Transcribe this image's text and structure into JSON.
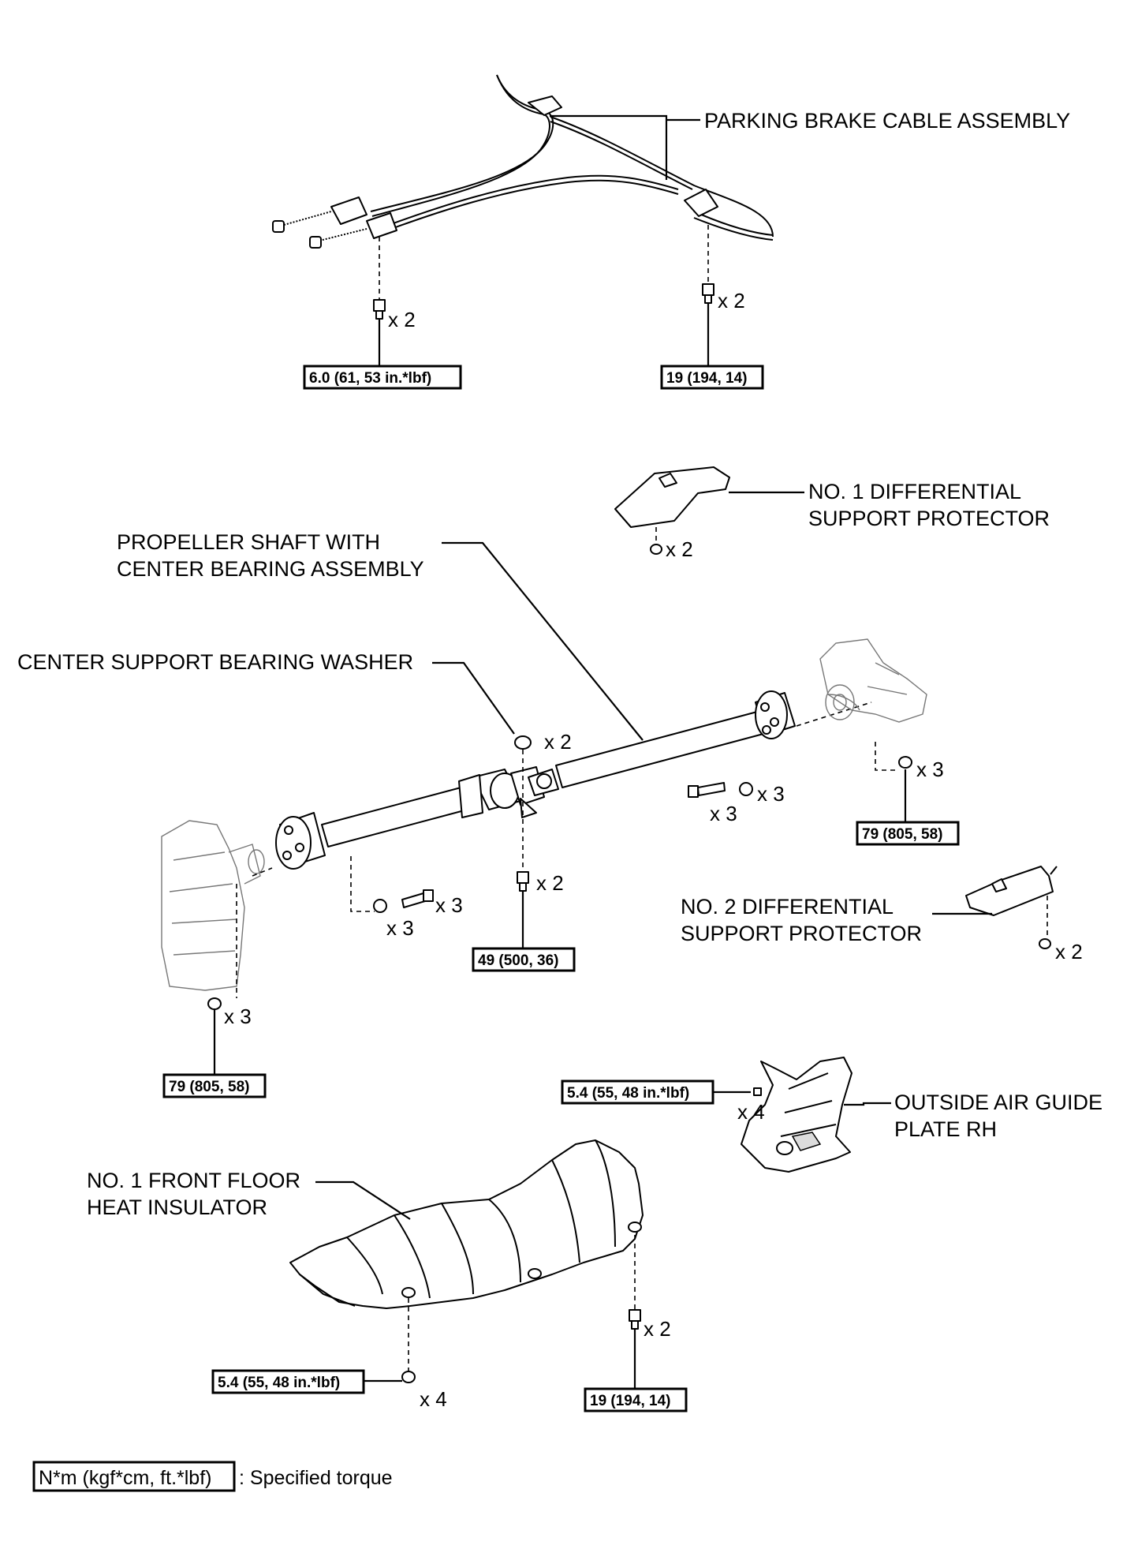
{
  "labels": {
    "parking_brake_cable": "PARKING BRAKE CABLE ASSEMBLY",
    "diff_protector_1_line1": "NO. 1 DIFFERENTIAL",
    "diff_protector_1_line2": "SUPPORT PROTECTOR",
    "propeller_shaft_line1": "PROPELLER SHAFT WITH",
    "propeller_shaft_line2": "CENTER BEARING ASSEMBLY",
    "center_washer": "CENTER SUPPORT BEARING WASHER",
    "diff_protector_2_line1": "NO. 2 DIFFERENTIAL",
    "diff_protector_2_line2": "SUPPORT PROTECTOR",
    "air_guide_line1": "OUTSIDE AIR GUIDE",
    "air_guide_line2": "PLATE RH",
    "heat_insulator_line1": "NO. 1 FRONT FLOOR",
    "heat_insulator_line2": "HEAT INSULATOR"
  },
  "torques": {
    "cable_left": "6.0 (61, 53 in.*lbf)",
    "cable_right": "19 (194, 14)",
    "diff_flange": "79 (805, 58)",
    "center_bearing": "49 (500, 36)",
    "transmission_flange": "79 (805, 58)",
    "air_guide": "5.4 (55, 48 in.*lbf)",
    "insulator_left": "5.4 (55, 48 in.*lbf)",
    "insulator_right": "19 (194, 14)"
  },
  "quantities": {
    "cable_left": "x 2",
    "cable_right": "x 2",
    "diff_protector_1": "x 2",
    "center_washer": "x 2",
    "rear_bolt": "x 3",
    "rear_washer": "x 3",
    "diff_flange_nut": "x 3",
    "center_bearing_bolt": "x 2",
    "front_bolt": "x 3",
    "front_washer": "x 3",
    "diff_protector_2": "x 2",
    "transmission_nut": "x 3",
    "air_guide": "x 4",
    "insulator_right": "x 2",
    "insulator_left": "x 4"
  },
  "legend": {
    "unit": "N*m (kgf*cm, ft.*lbf)",
    "description": ": Specified torque"
  }
}
